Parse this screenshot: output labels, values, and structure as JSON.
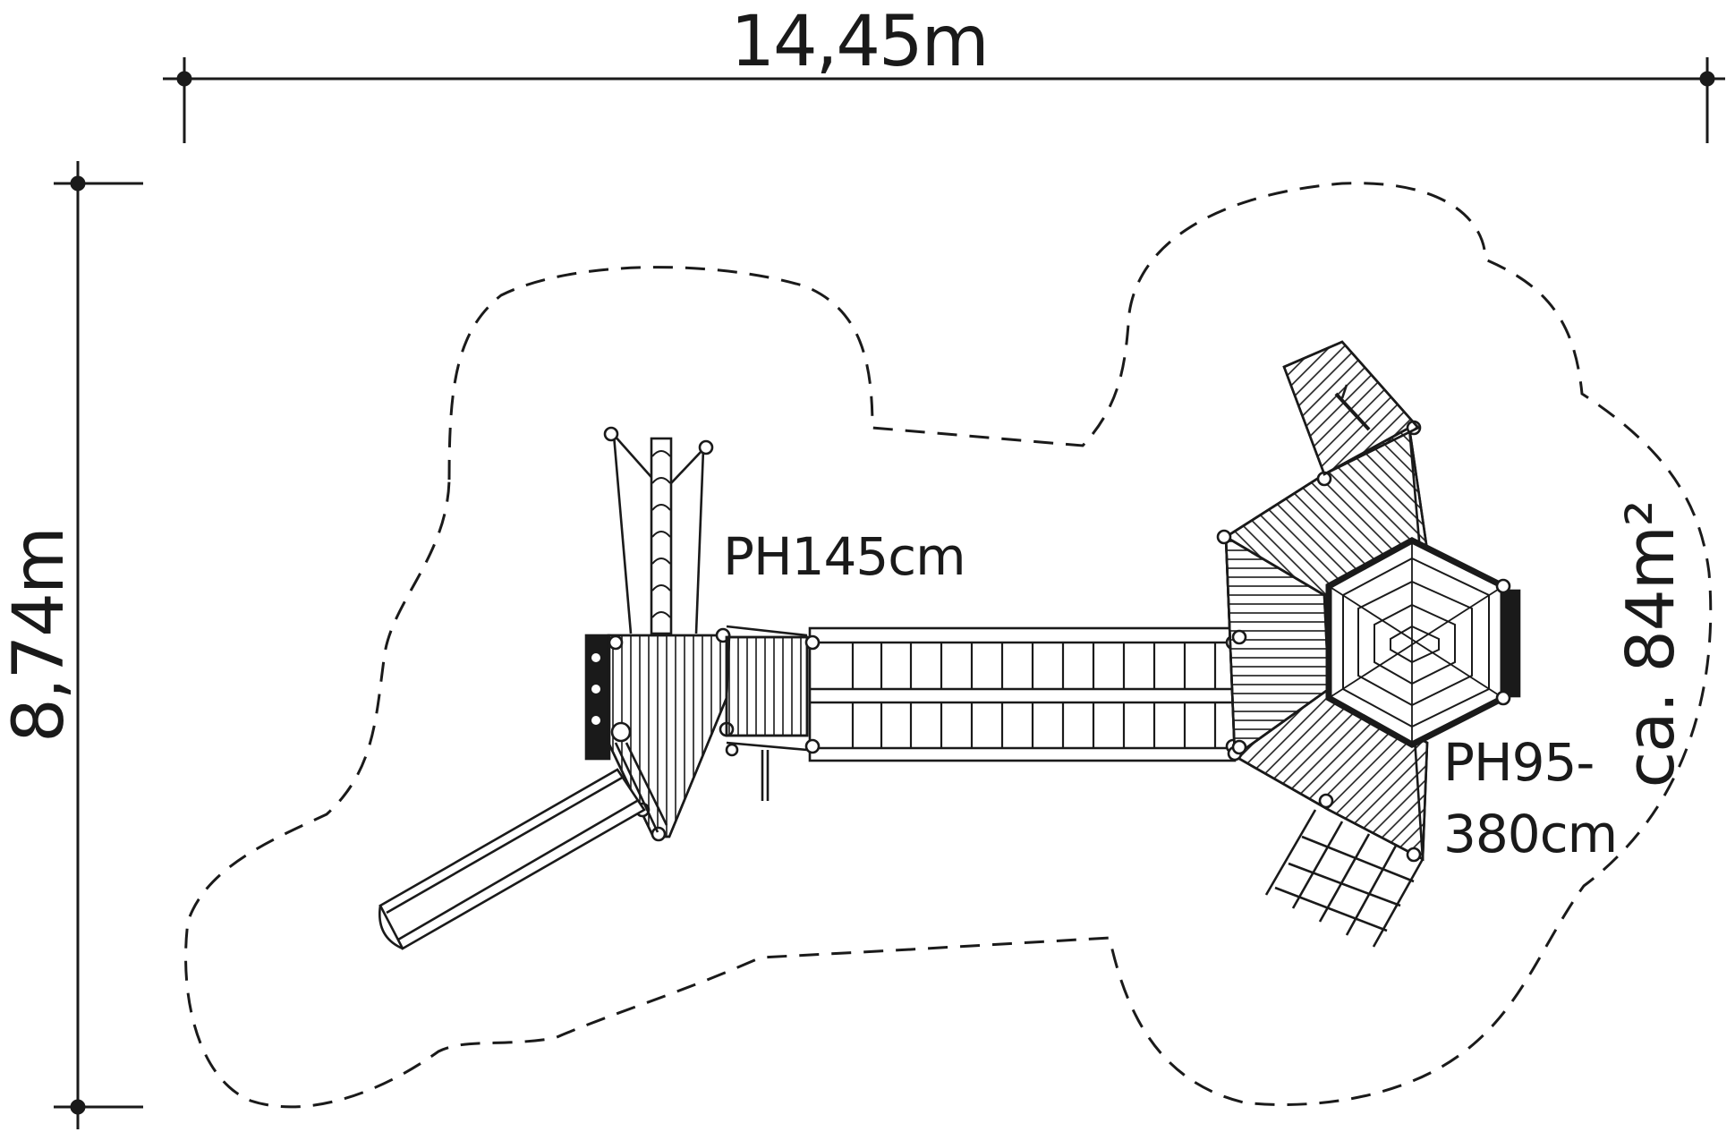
{
  "dimensions": {
    "width_label": "14,45m",
    "height_label": "8,74m"
  },
  "area_label": "ca. 84m²",
  "platform_heights": {
    "left_tower": "PH145cm",
    "hex_tower_line1": "PH95-",
    "hex_tower_line2": "380cm"
  },
  "colors": {
    "ink": "#1a1a1a",
    "background": "#ffffff"
  }
}
